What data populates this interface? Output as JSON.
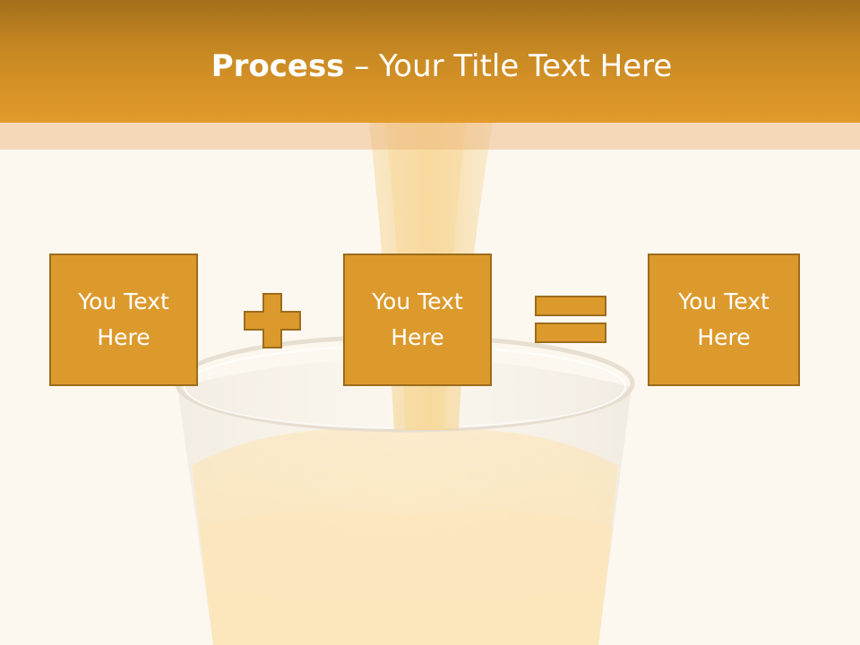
{
  "slide": {
    "title_bold": "Process",
    "title_rest": " – Your Title Text Here"
  },
  "boxes": [
    {
      "line1": "You Text",
      "line2": "Here"
    },
    {
      "line1": "You Text",
      "line2": "Here"
    },
    {
      "line1": "You Text",
      "line2": "Here"
    }
  ],
  "operators": [
    "plus-icon",
    "equals-icon"
  ],
  "colors": {
    "header_top": "#a5701a",
    "header_bottom": "#e29a2b",
    "box_fill": "#dc9a2c",
    "box_border": "#9c6c1c",
    "background": "#fdf8ef"
  }
}
